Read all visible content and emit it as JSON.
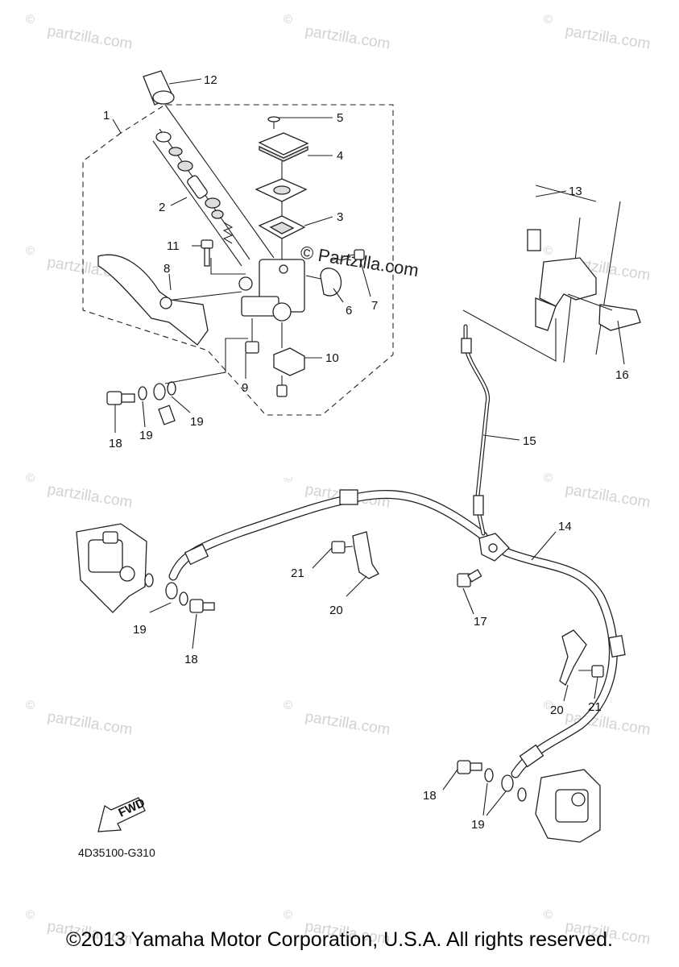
{
  "watermark": {
    "text": "partzilla.com",
    "symbol": "©",
    "center_text": "© Partzilla.com"
  },
  "diagram_code": "4D35100-G310",
  "fwd_label": "FWD",
  "copyright": "©2013 Yamaha Motor Corporation, U.S.A. All rights reserved.",
  "callouts": {
    "c1": "1",
    "c2": "2",
    "c3": "3",
    "c4": "4",
    "c5": "5",
    "c6": "6",
    "c7": "7",
    "c8": "8",
    "c9": "9",
    "c10": "10",
    "c11": "11",
    "c12": "12",
    "c13": "13",
    "c14": "14",
    "c15": "15",
    "c16": "16",
    "c17": "17",
    "c18a": "18",
    "c18b": "18",
    "c18c": "18",
    "c19a": "19",
    "c19b": "19",
    "c19c": "19",
    "c19d": "19",
    "c20a": "20",
    "c20b": "20",
    "c21a": "21",
    "c21b": "21"
  }
}
